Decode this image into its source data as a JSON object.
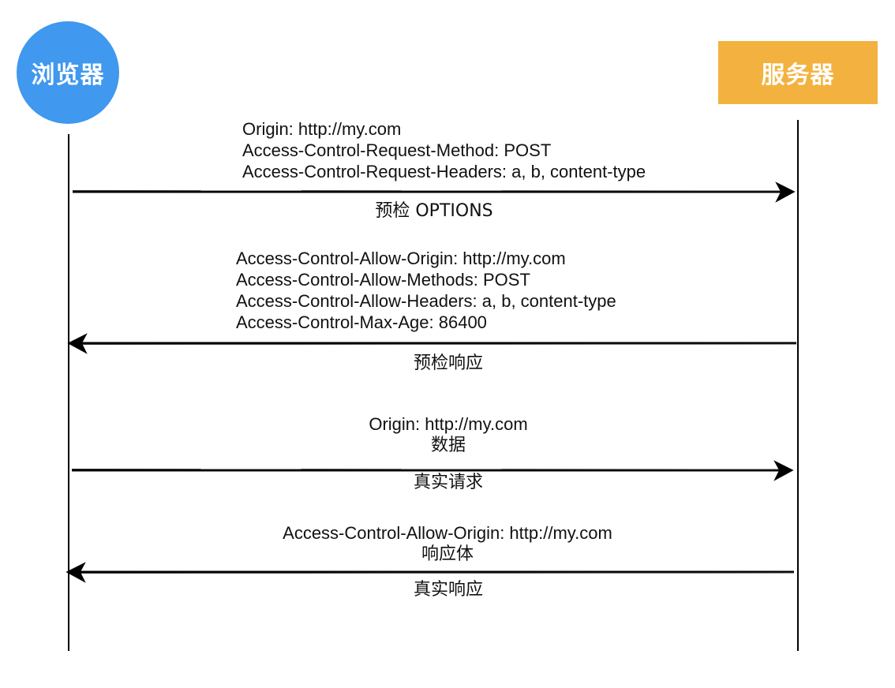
{
  "actors": {
    "browser": {
      "label": "浏览器",
      "color": "#4098ef"
    },
    "server": {
      "label": "服务器",
      "color": "#f3b23f"
    }
  },
  "messages": [
    {
      "direction": "browser-to-server",
      "headers": [
        "Origin: http://my.com",
        "Access-Control-Request-Method: POST",
        "Access-Control-Request-Headers: a, b, content-type"
      ],
      "label": "预检 OPTIONS"
    },
    {
      "direction": "server-to-browser",
      "headers": [
        "Access-Control-Allow-Origin: http://my.com",
        "Access-Control-Allow-Methods: POST",
        "Access-Control-Allow-Headers: a, b, content-type",
        "Access-Control-Max-Age: 86400"
      ],
      "label": "预检响应"
    },
    {
      "direction": "browser-to-server",
      "headers": [
        "Origin: http://my.com",
        "数据"
      ],
      "label": "真实请求"
    },
    {
      "direction": "server-to-browser",
      "headers": [
        "Access-Control-Allow-Origin: http://my.com",
        "响应体"
      ],
      "label": "真实响应"
    }
  ]
}
